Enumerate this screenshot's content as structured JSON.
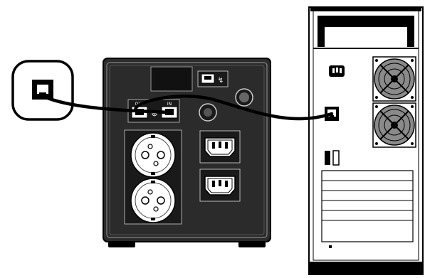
{
  "diagram": {
    "colors": {
      "ink": "#000000",
      "paper": "#ffffff",
      "panel": "#2b2b2b",
      "panel_dark": "#1a1a1a",
      "mid_gray": "#8a8a8a",
      "light_gray": "#cfcfcf"
    },
    "ups": {
      "port_labels": {
        "out": "OUT",
        "in": "IN"
      },
      "symbols": {
        "usb": "↯",
        "network": "⊕"
      },
      "outlets": {
        "schuko_count": 2,
        "iec_count": 2
      }
    },
    "computer": {
      "fan_count": 2,
      "expansion_slots": 5
    },
    "icons": [
      "wall-jack-icon",
      "usb-port-icon",
      "network-symbol-icon",
      "power-inlet-icon",
      "fan-icon",
      "schuko-socket-icon",
      "iec-outlet-icon"
    ]
  }
}
